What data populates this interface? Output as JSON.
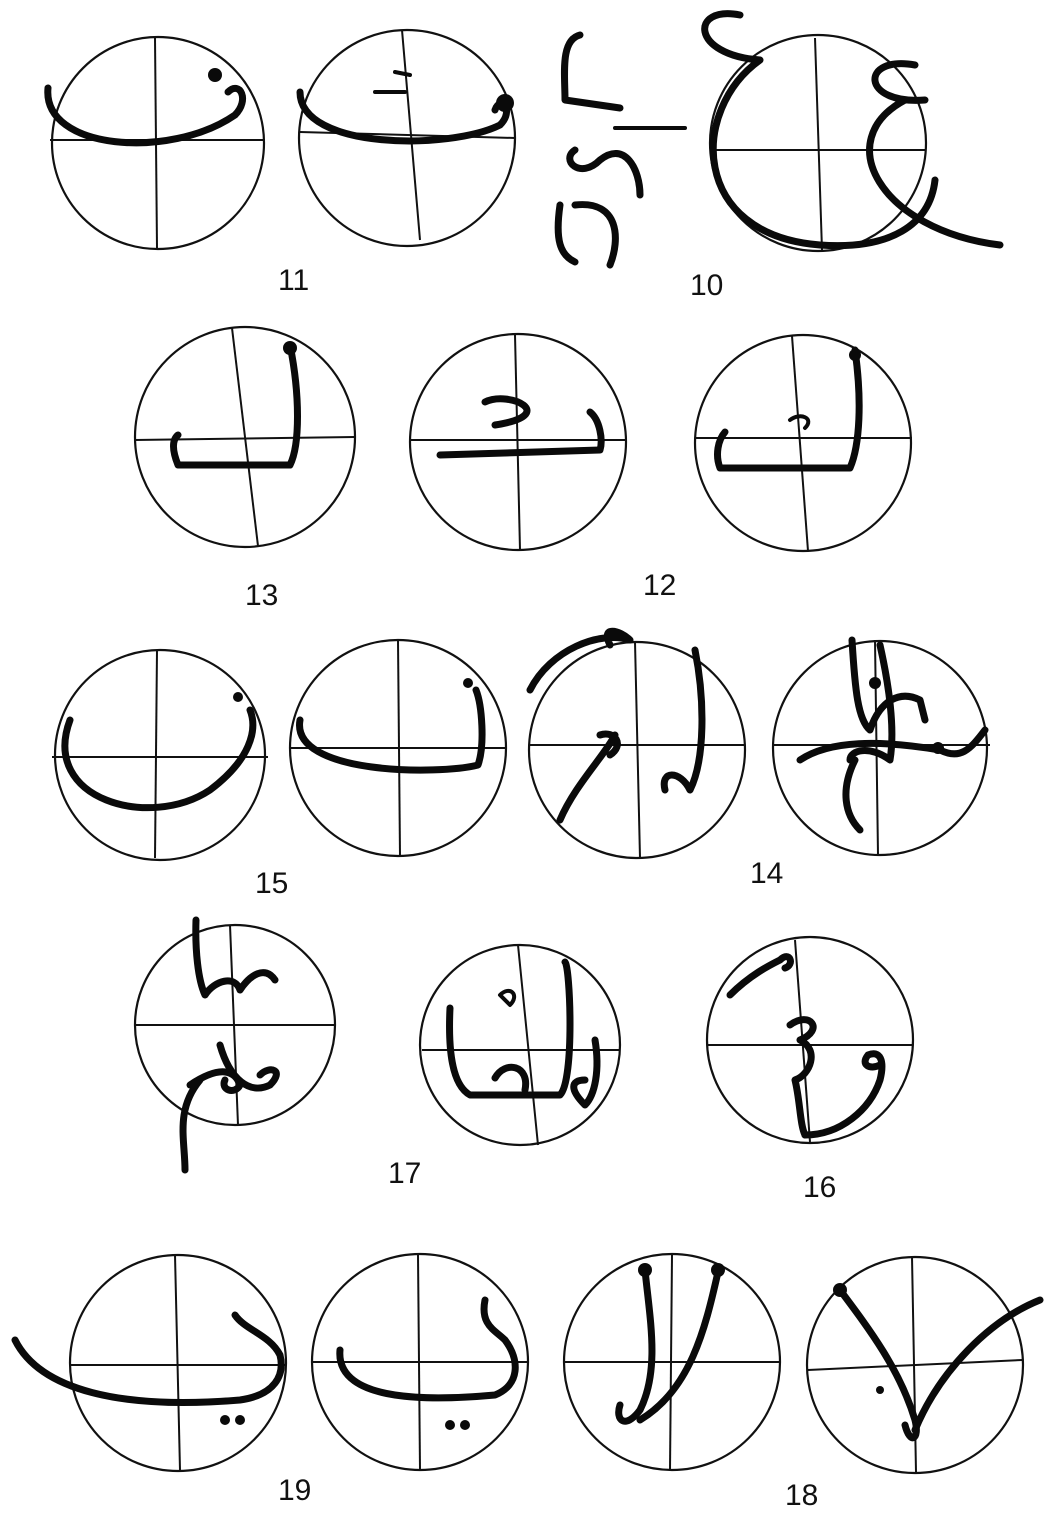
{
  "figures": [
    {
      "id": "fig-11",
      "label": "11"
    },
    {
      "id": "fig-10",
      "label": "10"
    },
    {
      "id": "fig-13",
      "label": "13"
    },
    {
      "id": "fig-12",
      "label": "12"
    },
    {
      "id": "fig-15",
      "label": "15"
    },
    {
      "id": "fig-14",
      "label": "14"
    },
    {
      "id": "fig-17",
      "label": "17"
    },
    {
      "id": "fig-16",
      "label": "16"
    },
    {
      "id": "fig-19",
      "label": "19"
    },
    {
      "id": "fig-18",
      "label": "18"
    }
  ]
}
